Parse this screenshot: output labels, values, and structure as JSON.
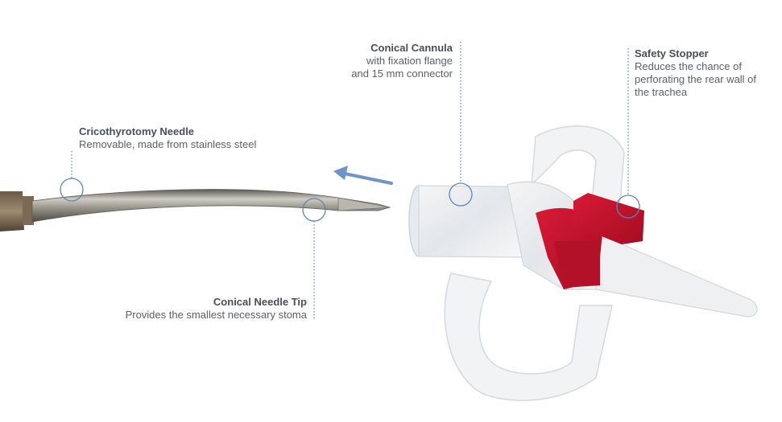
{
  "annotations": {
    "needle": {
      "title": "Cricothyrotomy Needle",
      "lines": [
        "Removable, made from stainless steel"
      ]
    },
    "tip": {
      "title": "Conical Needle Tip",
      "lines": [
        "Provides the smallest necessary stoma"
      ]
    },
    "cannula": {
      "title": "Conical Cannula",
      "lines": [
        "with fixation flange",
        "and 15 mm connector"
      ]
    },
    "stopper": {
      "title": "Safety Stopper",
      "lines": [
        "Reduces the chance of",
        "perforating the rear wall of",
        "the trachea"
      ]
    }
  },
  "colors": {
    "callout": "#5b86b8",
    "arrow": "#6f95c4",
    "stopper": "#c8102e",
    "needle_steel": "#8a8780",
    "cannula": "#e9ecef"
  }
}
